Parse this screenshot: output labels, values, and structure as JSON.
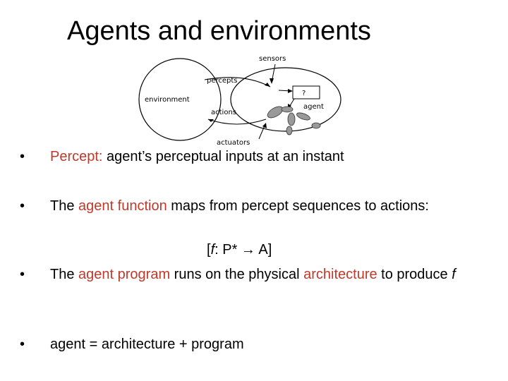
{
  "slide": {
    "title": "Agents and environments",
    "diagram": {
      "labels": {
        "sensors": "sensors",
        "percepts": "percepts",
        "environment": "environment",
        "actions": "actions",
        "question": "?",
        "agent": "agent",
        "actuators": "actuators"
      }
    },
    "bullets": [
      {
        "red": "Percept:",
        "rest": " agent’s perceptual inputs at an instant"
      },
      {
        "pre": "The ",
        "red": "agent function",
        "rest": " maps from percept sequences to actions:"
      },
      {
        "formula_open": "[",
        "formula_f": "f",
        "formula_mid": ": P* ",
        "formula_arrow": "→",
        "formula_end": " A]"
      },
      {
        "pre": "The ",
        "red1": "agent program",
        "mid": " runs on the physical ",
        "red2": "architecture",
        "post": " to produce ",
        "f": "f"
      },
      {
        "text": "agent = architecture + program"
      }
    ],
    "bullet_char": "•"
  },
  "colors": {
    "accent": "#c0392b"
  }
}
